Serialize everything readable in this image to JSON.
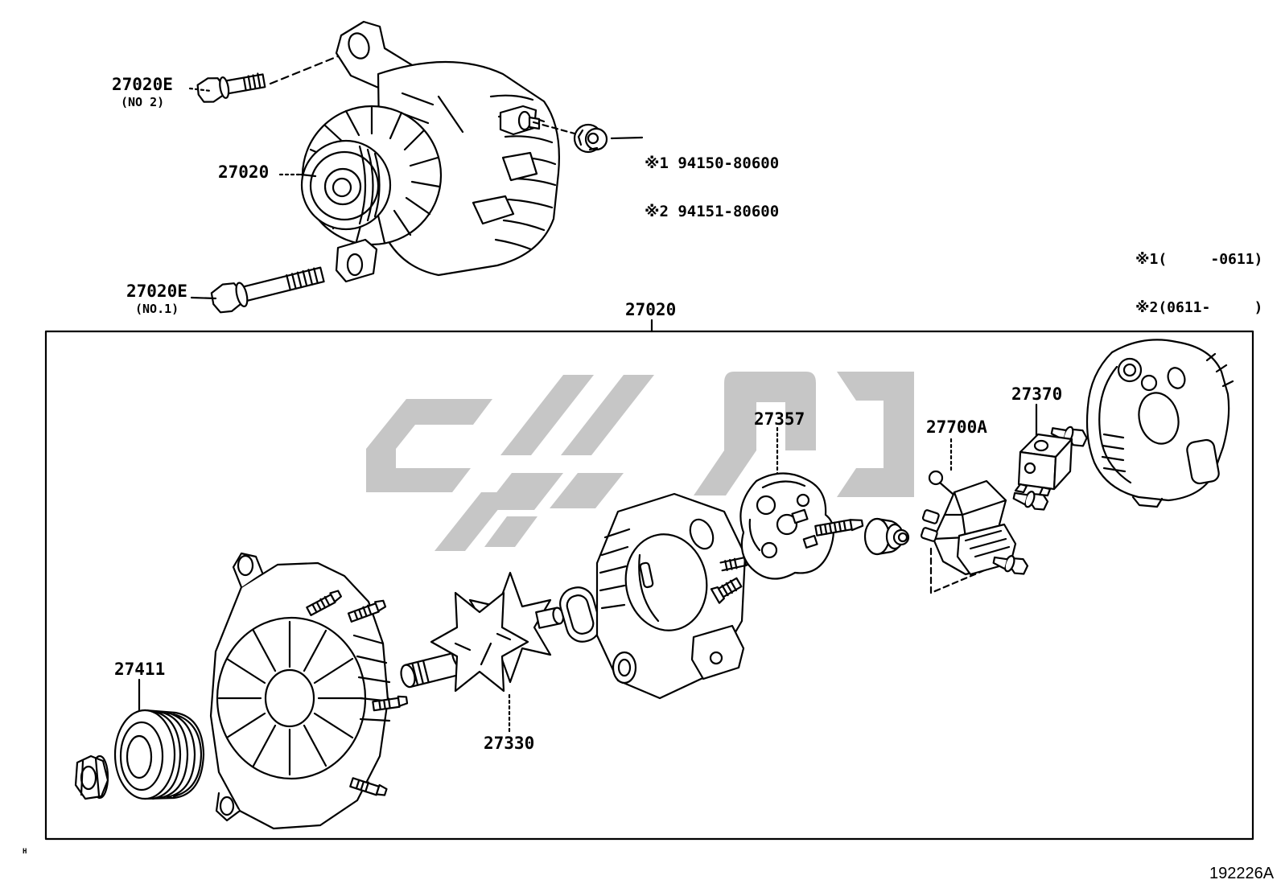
{
  "watermark_color": "#c6c6c6",
  "footer": {
    "code": "192226A",
    "corner_mark": "H"
  },
  "top": {
    "bolt_upper": {
      "part": "27020E",
      "note": "(NO 2)"
    },
    "assembly": {
      "part": "27020"
    },
    "bolt_lower": {
      "part": "27020E",
      "note": "(NO.1)"
    },
    "nut_notes": {
      "line1": "※1 94150-80600",
      "line2": "※2 94151-80600"
    },
    "date_notes": {
      "line1": "※1(     -0611)",
      "line2": "※2(0611-     )"
    }
  },
  "box": {
    "title": "27020",
    "parts": {
      "pulley": "27411",
      "rotor": "27330",
      "brush_holder": "27357",
      "regulator": "27700A",
      "rectifier": "27370"
    }
  }
}
